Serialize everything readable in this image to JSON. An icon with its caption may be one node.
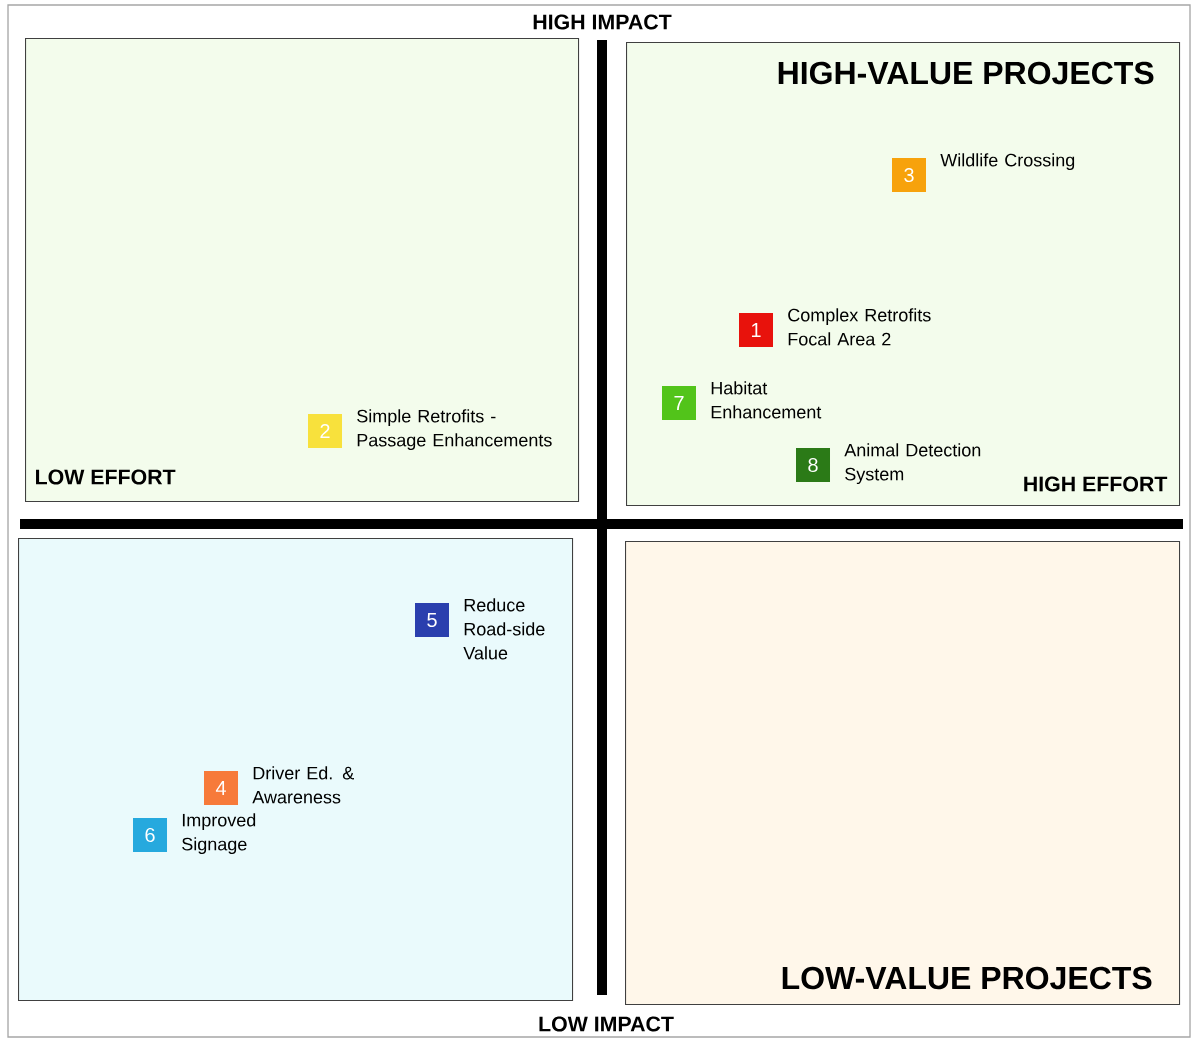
{
  "diagram": {
    "nodes": [
      {
        "text": [],
        "shape": "box"
      },
      {
        "text": [
          "2"
        ],
        "beside": [
          "Simple Retrofits - Passage Enhancements"
        ],
        "in": 0
      },
      {
        "text": [
          "HIGH-VALUE PROJECTS"
        ]
      },
      {
        "text": [
          "3"
        ],
        "beside": [
          "Wildlife Crossing"
        ],
        "in": 2
      },
      {
        "text": [
          "1"
        ],
        "beside": [
          "Complex Retrofits Focal Area 2"
        ],
        "in": 2
      },
      {
        "text": [
          "7"
        ],
        "beside": [
          "Habitat Enhancement"
        ],
        "in": 2
      },
      {
        "text": [
          "8"
        ],
        "beside": [
          "Animal Detection System"
        ],
        "in": 2
      },
      {
        "text": [],
        "shape": "box"
      },
      {
        "text": [
          "5"
        ],
        "beside": [
          "Reduce Road-side Value"
        ],
        "in": 7
      },
      {
        "text": [
          "4"
        ],
        "beside": [
          "Driver Ed. & Awareness"
        ],
        "in": 7
      },
      {
        "text": [
          "6"
        ],
        "beside": [
          "Improved Signage"
        ],
        "in": 7
      },
      {
        "text": [
          "LOW-VALUE PROJECTS"
        ]
      }
    ],
    "labels": [
      "HIGH IMPACT",
      "LOW EFFORT",
      "HIGH EFFORT",
      "LOW IMPACT"
    ]
  }
}
